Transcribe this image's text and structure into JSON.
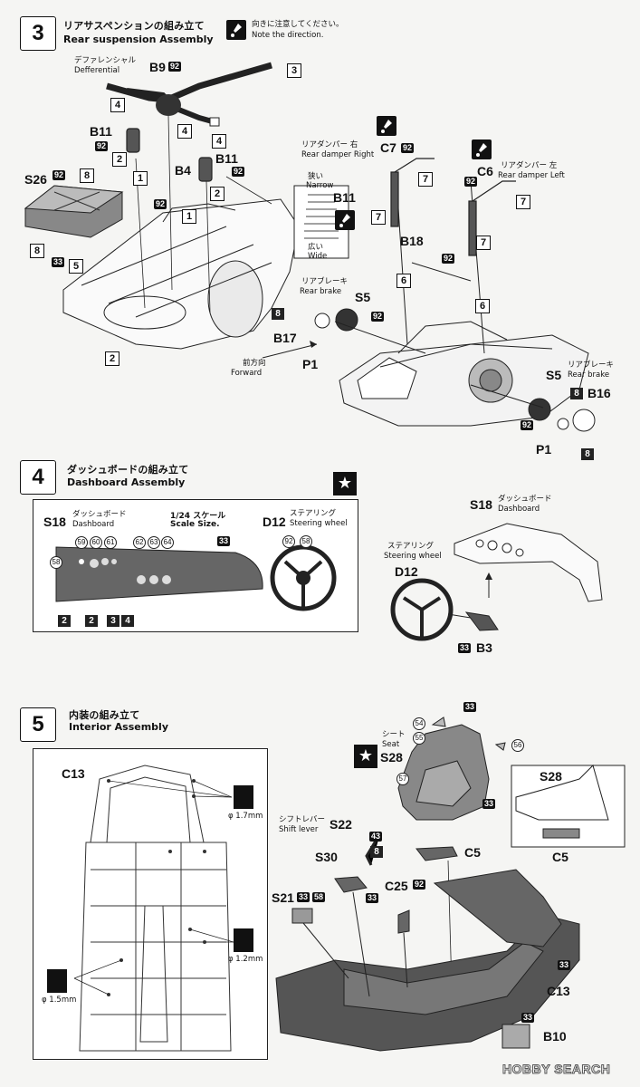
{
  "steps": [
    {
      "number": "3",
      "title_jp": "リアサスペンションの組み立て",
      "title_en": "Rear suspension Assembly"
    },
    {
      "number": "4",
      "title_jp": "ダッシュボードの組み立て",
      "title_en": "Dashboard Assembly"
    },
    {
      "number": "5",
      "title_jp": "内装の組み立て",
      "title_en": "Interior Assembly"
    }
  ],
  "direction_note": {
    "jp": "向きに注意してください。",
    "en": "Note the direction."
  },
  "step3": {
    "differential_jp": "デファレンシャル",
    "differential_en": "Defferential",
    "damper_right_jp": "リアダンパー 右",
    "damper_right_en": "Rear damper Right",
    "damper_left_jp": "リアダンパー 左",
    "damper_left_en": "Rear damper Left",
    "narrow_jp": "狭い",
    "narrow_en": "Narrow",
    "wide_jp": "広い",
    "wide_en": "Wide",
    "brake_jp": "リアブレーキ",
    "brake_en": "Rear brake",
    "forward_jp": "前方向",
    "forward_en": "Forward",
    "brake2_jp": "リアブレーキ",
    "brake2_en": "Rear brake",
    "parts": [
      "B9",
      "B11",
      "B4",
      "B11",
      "S26",
      "C7",
      "C6",
      "B11",
      "B18",
      "S5",
      "B17",
      "P1",
      "S5",
      "B16",
      "P1"
    ],
    "nums": [
      "92",
      "92",
      "92",
      "92",
      "92",
      "92",
      "92",
      "92",
      "92",
      "33",
      "92",
      "92"
    ],
    "boxes": [
      "3",
      "4",
      "4",
      "4",
      "2",
      "1",
      "2",
      "1",
      "8",
      "8",
      "5",
      "2",
      "8",
      "7",
      "7",
      "7",
      "7",
      "6",
      "6",
      "8",
      "8"
    ]
  },
  "step4": {
    "dashboard_part": "S18",
    "dashboard_jp": "ダッシュボード",
    "dashboard_en": "Dashboard",
    "scale_jp": "1/24 スケール",
    "scale_en": "Scale Size.",
    "wheel_part": "D12",
    "wheel_jp": "ステアリング",
    "wheel_en": "Steering wheel",
    "decals": [
      "59",
      "60",
      "61",
      "62",
      "63",
      "64",
      "58"
    ],
    "boxes": [
      "2",
      "2",
      "3",
      "4"
    ],
    "nums": [
      "33",
      "92",
      "58",
      "33"
    ],
    "dash2_part": "S18",
    "dash2_jp": "ダッシュボード",
    "dash2_en": "Dashboard",
    "wheel2_part": "D12",
    "wheel2_jp": "ステアリング",
    "wheel2_en": "Steering wheel",
    "b3": "B3"
  },
  "step5": {
    "c13": "C13",
    "drill1": "φ 1.7mm",
    "drill2": "φ 1.2mm",
    "drill3": "φ 1.5mm",
    "seat_jp": "シート",
    "seat_en": "Seat",
    "seat_part": "S28",
    "shift_jp": "シフトレバー",
    "shift_en": "Shift lever",
    "parts": [
      "S22",
      "S30",
      "C25",
      "S21",
      "C5",
      "C13",
      "B10",
      "S28",
      "C5"
    ],
    "decals": [
      "54",
      "55",
      "56",
      "57"
    ],
    "nums": [
      "33",
      "33",
      "43",
      "33",
      "92",
      "33",
      "58",
      "33",
      "33"
    ],
    "boxes": [
      "8"
    ]
  },
  "watermark": "HOBBY SEARCH",
  "colors": {
    "ink": "#111111",
    "paper": "#f5f5f3",
    "panel": "#ffffff"
  }
}
